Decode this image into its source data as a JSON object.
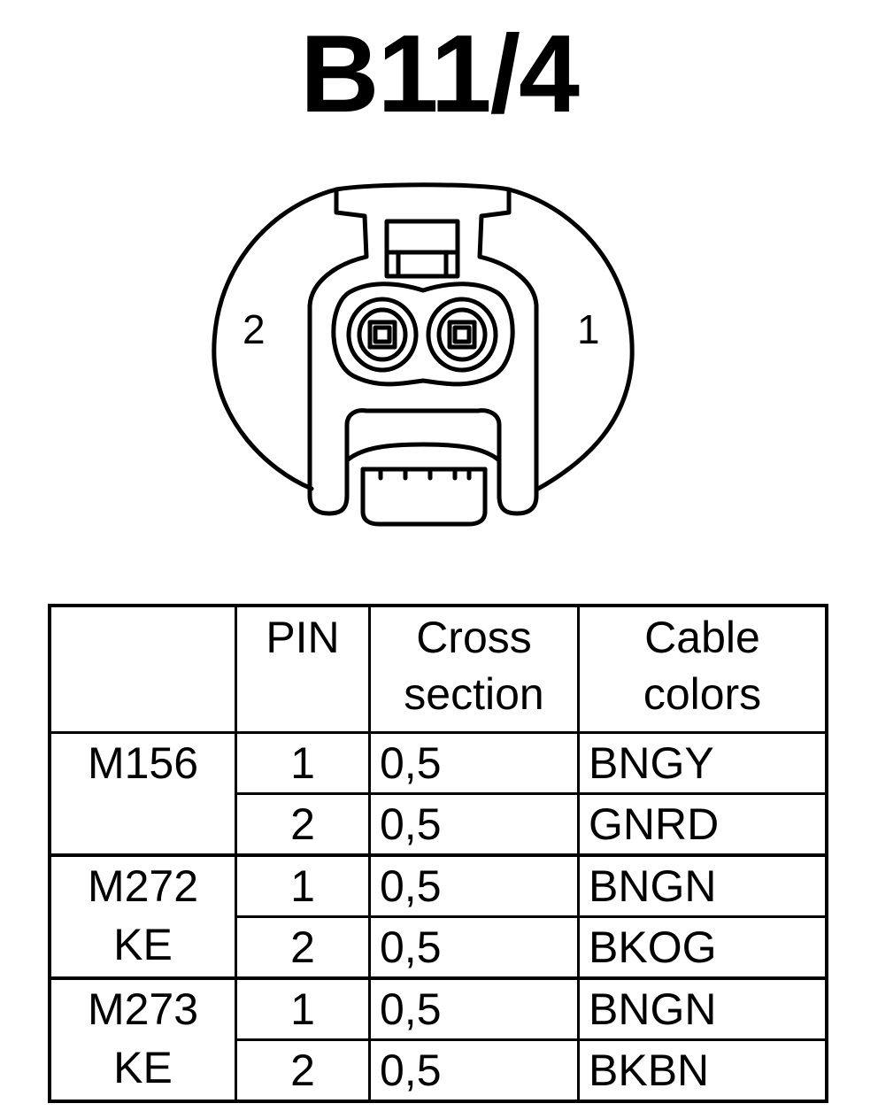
{
  "title": "B11/4",
  "connector": {
    "left_pin_label": "2",
    "right_pin_label": "1"
  },
  "table": {
    "headers": [
      "",
      "PIN",
      "Cross section",
      "Cable colors"
    ],
    "header_lines": {
      "pin": "PIN",
      "cross_1": "Cross",
      "cross_2": "section",
      "color_1": "Cable",
      "color_2": "colors"
    },
    "groups": [
      {
        "engine_lines": [
          "M156"
        ],
        "rows": [
          {
            "pin": "1",
            "cross_section": "0,5",
            "cable_color": "BNGY"
          },
          {
            "pin": "2",
            "cross_section": "0,5",
            "cable_color": "GNRD"
          }
        ]
      },
      {
        "engine_lines": [
          "M272",
          "KE"
        ],
        "rows": [
          {
            "pin": "1",
            "cross_section": "0,5",
            "cable_color": "BNGN"
          },
          {
            "pin": "2",
            "cross_section": "0,5",
            "cable_color": "BKOG"
          }
        ]
      },
      {
        "engine_lines": [
          "M273",
          "KE"
        ],
        "rows": [
          {
            "pin": "1",
            "cross_section": "0,5",
            "cable_color": "BNGN"
          },
          {
            "pin": "2",
            "cross_section": "0,5",
            "cable_color": "BKBN"
          }
        ]
      }
    ]
  }
}
